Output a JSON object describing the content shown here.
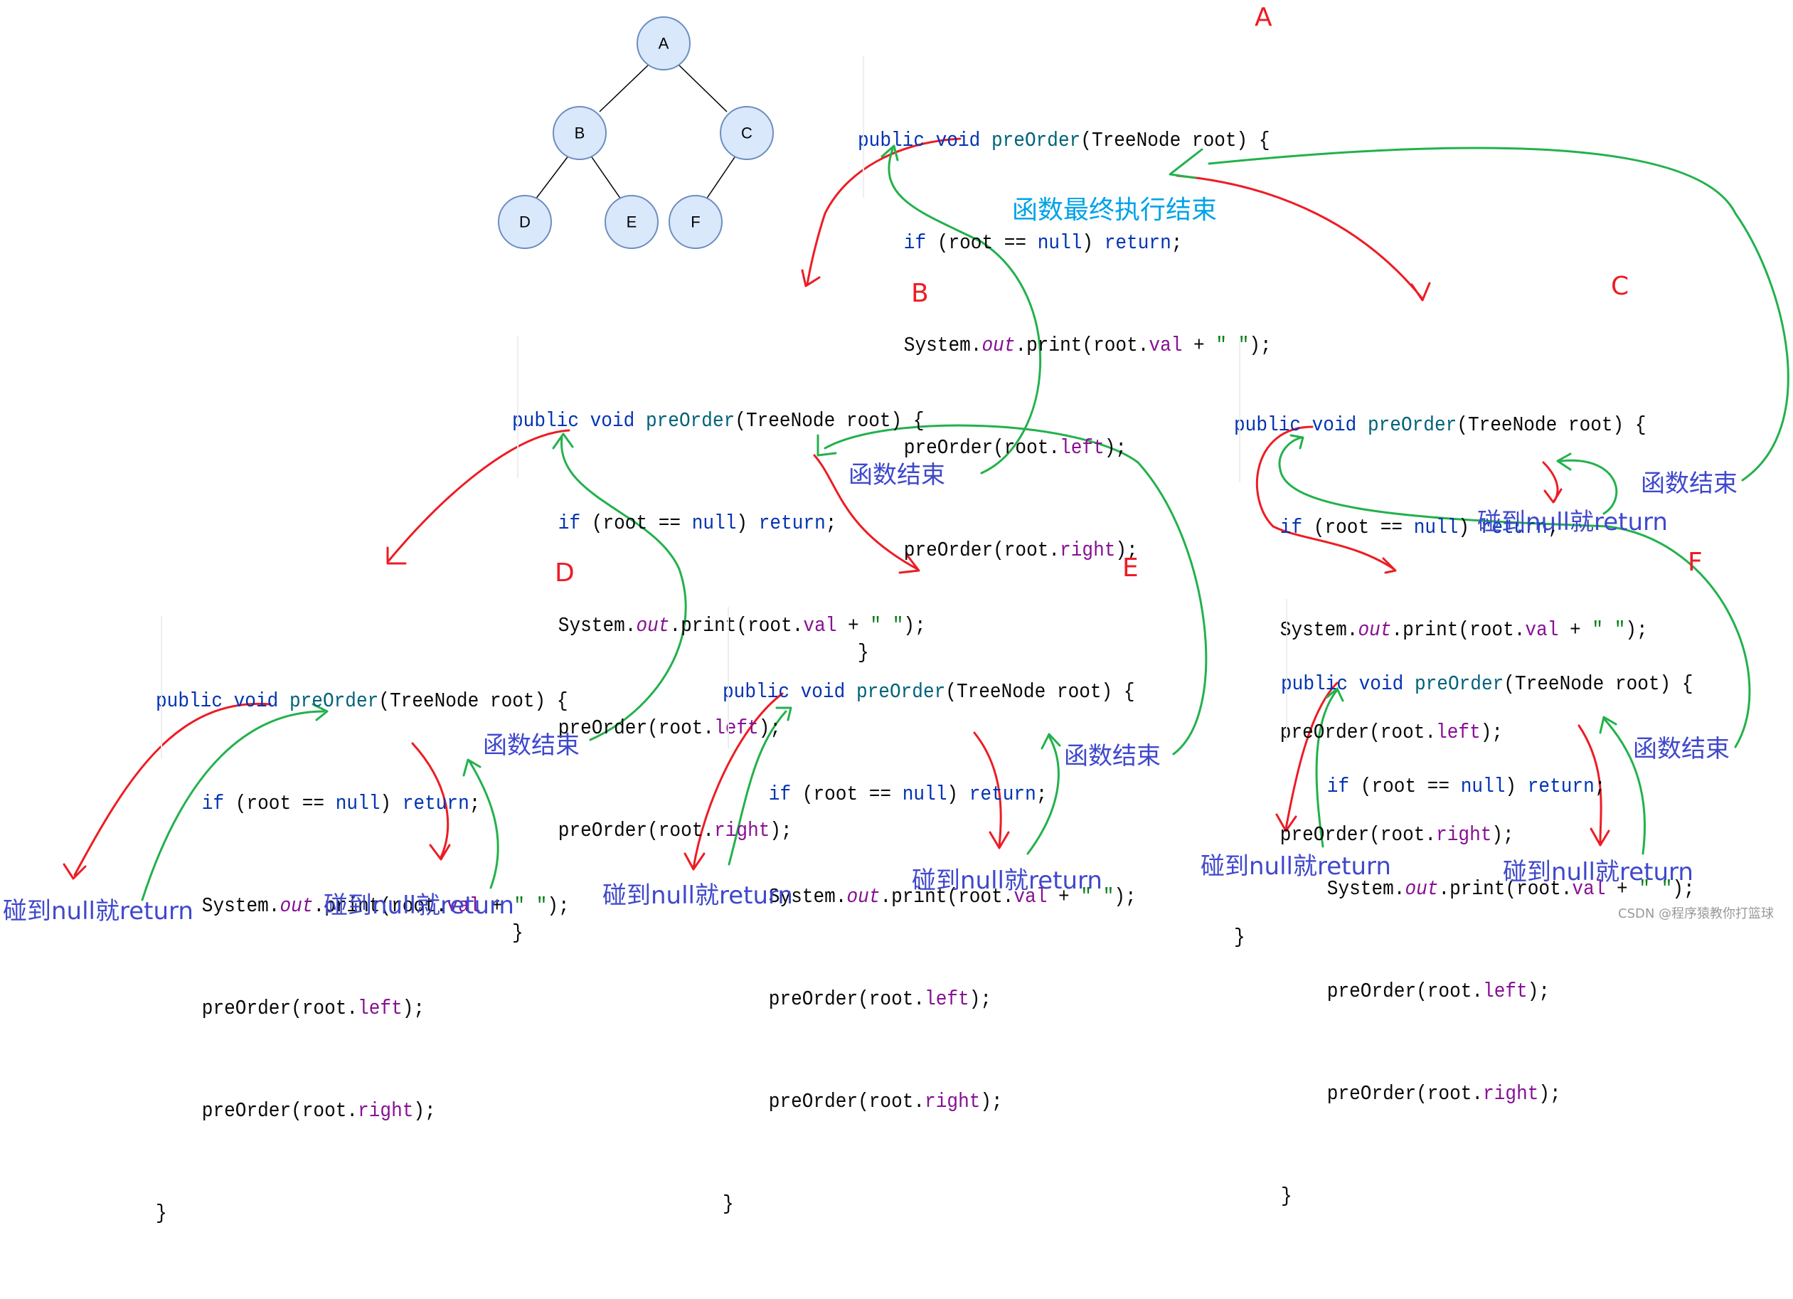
{
  "tree": {
    "nodes": [
      {
        "id": "A",
        "label": "A"
      },
      {
        "id": "B",
        "label": "B"
      },
      {
        "id": "C",
        "label": "C"
      },
      {
        "id": "D",
        "label": "D"
      },
      {
        "id": "E",
        "label": "E"
      },
      {
        "id": "F",
        "label": "F"
      }
    ],
    "edges": [
      [
        "A",
        "B"
      ],
      [
        "A",
        "C"
      ],
      [
        "B",
        "D"
      ],
      [
        "B",
        "E"
      ],
      [
        "C",
        "F"
      ]
    ]
  },
  "code": {
    "kw_public": "public",
    "kw_void": "void",
    "method": "preOrder",
    "sig_rest": "(TreeNode root) {",
    "kw_if": "if",
    "cond": " (root == ",
    "kw_null": "null",
    "cond_end": ") ",
    "kw_return": "return",
    "semi": ";",
    "sys": "System.",
    "out": "out",
    "print": ".print(root.",
    "val": "val",
    "plus": " + ",
    "str": "\" \"",
    "print_end": ");",
    "call": "preOrder(root.",
    "left": "left",
    "right": "right",
    "call_end": ");",
    "close": "}"
  },
  "blocks": [
    {
      "node": "A"
    },
    {
      "node": "B"
    },
    {
      "node": "C"
    },
    {
      "node": "D"
    },
    {
      "node": "E"
    },
    {
      "node": "F"
    }
  ],
  "labels": {
    "final_end": "函数最终执行结束",
    "func_end": "函数结束",
    "null_return": "碰到null就return",
    "watermark": "CSDN @程序猿教你打篮球"
  },
  "colors": {
    "call_arrow": "#ed1c24",
    "return_arrow": "#22b14c",
    "annotation_text": "#3f48cc",
    "node_fill": "#dae8fc",
    "node_stroke": "#6c8ebf"
  }
}
